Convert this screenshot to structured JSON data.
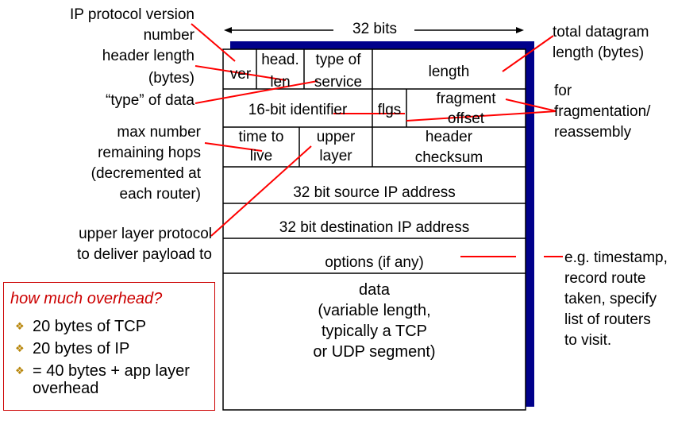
{
  "colors": {
    "annotation_line": "#ff0000",
    "shadow": "#00008b",
    "overhead_title": "#cc0000",
    "bullet": "#b8860b"
  },
  "header": {
    "bits_label": "32 bits"
  },
  "datagram": {
    "ver": "ver",
    "head_len_line1": "head.",
    "head_len_line2": "len",
    "tos_line1": "type of",
    "tos_line2": "service",
    "length": "length",
    "identifier": "16-bit identifier",
    "flags": "flgs",
    "frag_line1": "fragment",
    "frag_line2": "offset",
    "ttl_line1": "time to",
    "ttl_line2": "live",
    "upper_line1": "upper",
    "upper_line2": "layer",
    "checksum_line1": "header",
    "checksum_line2": "checksum",
    "src": "32 bit source IP address",
    "dst": "32 bit destination IP address",
    "options": "options (if any)",
    "data_line1": "data",
    "data_line2": "(variable length,",
    "data_line3": "typically a TCP",
    "data_line4": "or UDP segment)"
  },
  "left_annotations": {
    "ip_version_line1": "IP protocol version",
    "ip_version_line2": "number",
    "header_length_line1": "header length",
    "header_length_line2": "(bytes)",
    "type_of_data": "“type” of data",
    "ttl_line1": "max number",
    "ttl_line2": "remaining hops",
    "ttl_line3": "(decremented at",
    "ttl_line4": "each router)",
    "upper_layer_line1": "upper layer protocol",
    "upper_layer_line2": "to deliver payload to"
  },
  "right_annotations": {
    "total_line1": "total datagram",
    "total_line2": "length (bytes)",
    "frag_line1": "for",
    "frag_line2": "fragmentation/",
    "frag_line3": "reassembly",
    "options_line1": "e.g. timestamp,",
    "options_line2": "record route",
    "options_line3": "taken, specify",
    "options_line4": "list of routers",
    "options_line5": "to visit."
  },
  "overhead": {
    "title": "how much overhead?",
    "bullets": [
      "20 bytes of TCP",
      "20 bytes of IP",
      "= 40 bytes + app layer overhead"
    ]
  }
}
